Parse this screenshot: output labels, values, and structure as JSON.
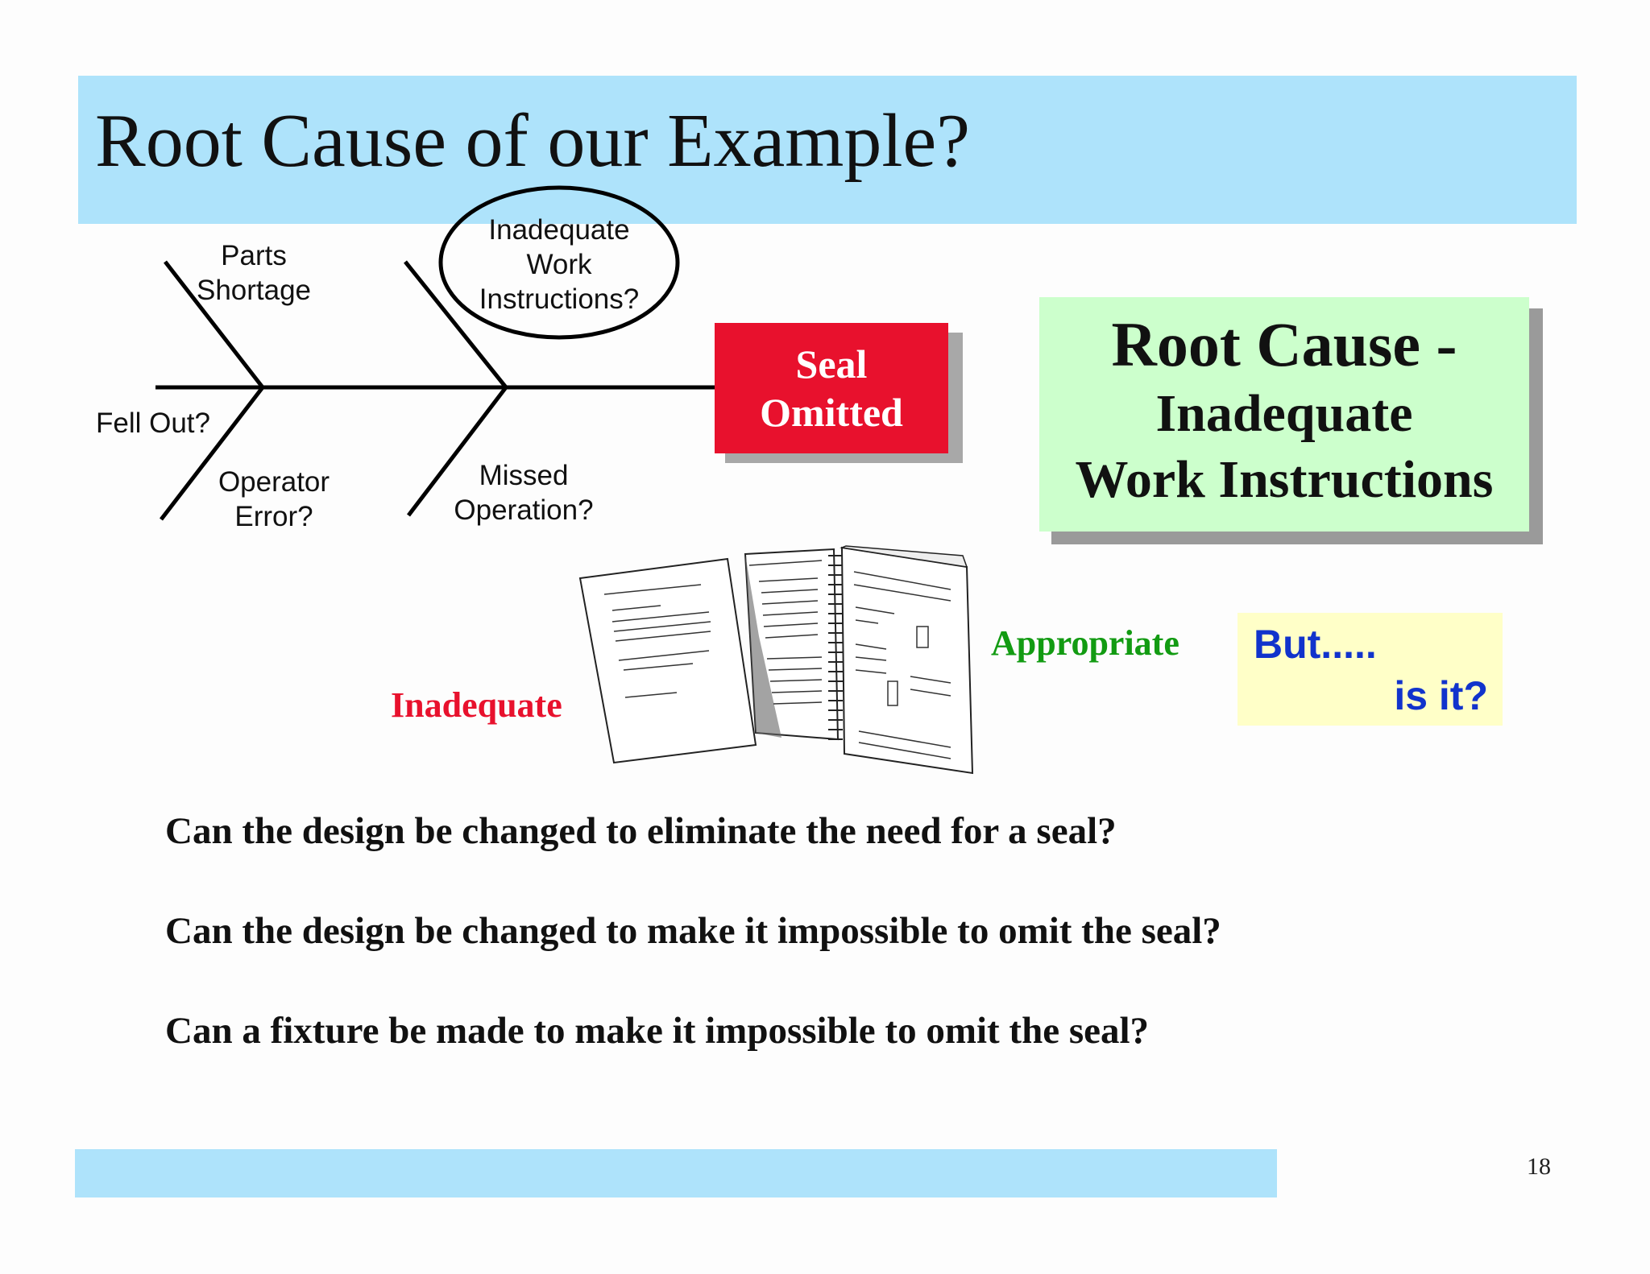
{
  "slide": {
    "title": "Root Cause of our Example?",
    "page_number": "18"
  },
  "fishbone": {
    "effect": {
      "line1": "Seal",
      "line2": "Omitted"
    },
    "causes": {
      "parts_shortage": {
        "line1": "Parts",
        "line2": "Shortage"
      },
      "inadequate_work": {
        "line1": "Inadequate",
        "line2": "Work",
        "line3": "Instructions?"
      },
      "fell_out": "Fell Out?",
      "operator_error": {
        "line1": "Operator",
        "line2": "Error?"
      },
      "missed_operation": {
        "line1": "Missed",
        "line2": "Operation?"
      }
    }
  },
  "root_cause": {
    "line1": "Root Cause -",
    "line2": "Inadequate",
    "line3": "Work Instructions"
  },
  "illustration": {
    "inadequate_label": "Inadequate",
    "appropriate_label": "Appropriate",
    "colors": {
      "inadequate": "#e8112d",
      "appropriate": "#129b12"
    }
  },
  "callout": {
    "line1": "But.....",
    "line2": "is it?"
  },
  "questions": [
    "Can  the design be changed to eliminate the need for a seal?",
    "Can  the design be changed to make it impossible to omit the seal?",
    "Can a fixture be made to make it impossible to omit the seal?"
  ],
  "colors": {
    "band": "#aee3fb",
    "effect": "#e8112d",
    "root_cause_bg": "#ccffcc",
    "callout_bg": "#ffffc8",
    "callout_text": "#1133cc"
  }
}
